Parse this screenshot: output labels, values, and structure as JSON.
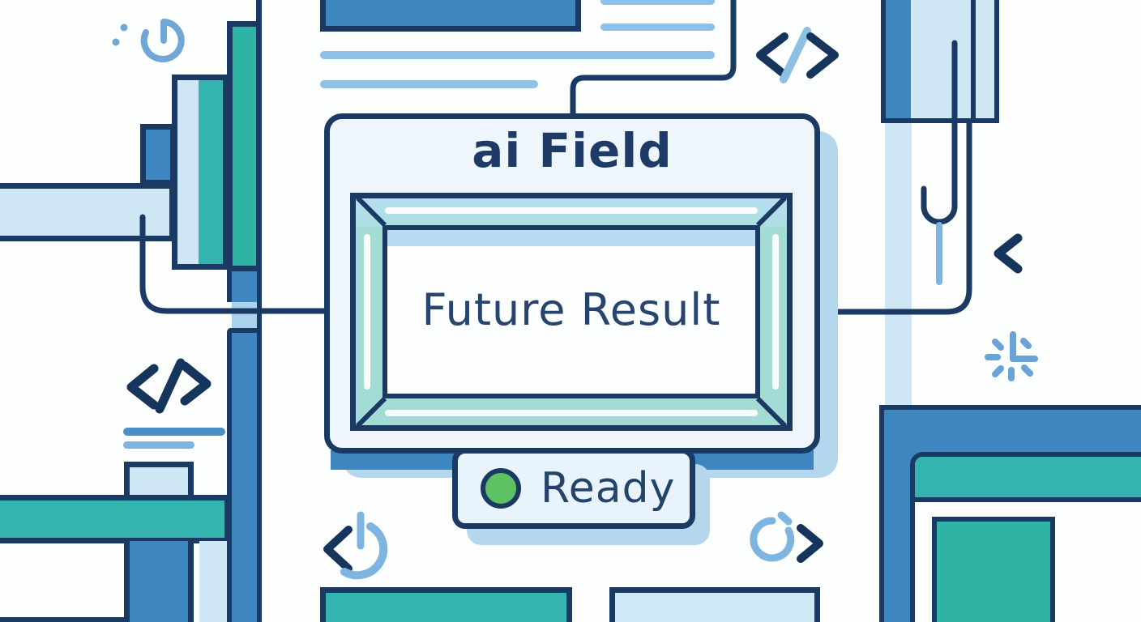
{
  "palette": {
    "outline_navy": "#1b3a63",
    "steel_blue": "#3e86c0",
    "teal": "#35b3ae",
    "pale_blue": "#cfe6f5",
    "sky_line": "#8fc1e8",
    "card_background": "#eef5fb",
    "card_shadow": "#b5d7ee",
    "status_green": "#5cc263",
    "icon_light_blue": "#7db4e0"
  },
  "card": {
    "title": "ai Field",
    "screen_text": "Future Result"
  },
  "status_badge": {
    "label": "Ready",
    "dot_color": "#5cc263"
  },
  "icons": [
    "clock-icon",
    "code-slash-icon-left",
    "code-slash-icon-top-right",
    "chevron-left-icon",
    "spinner-ticks-icon",
    "power-chevron-icon",
    "refresh-chevron-icon",
    "paperclip-hook-line"
  ]
}
